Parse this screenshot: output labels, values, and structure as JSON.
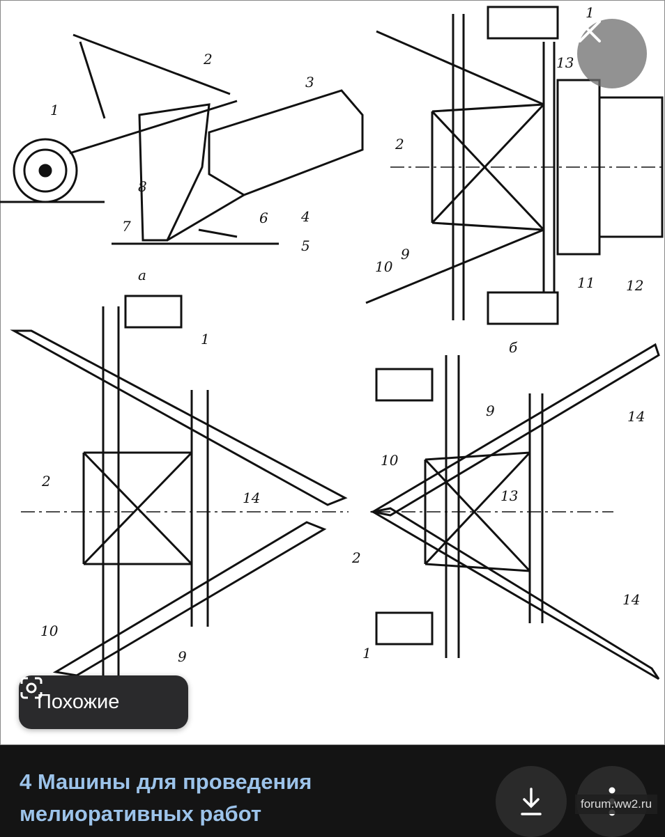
{
  "viewer": {
    "close_icon": "close-icon",
    "similar_label": "Похожие",
    "similar_icon": "camera-lens-icon",
    "title_line1": "4 Машины для проведения",
    "title_line2": "мелиоративных работ",
    "download_icon": "download-icon",
    "more_icon": "more-vertical-icon",
    "watermark": "forum.ww2.ru",
    "title_color": "#9cc3ea"
  },
  "drawing": {
    "labels_a": [
      "1",
      "2",
      "3",
      "4",
      "5",
      "6",
      "7",
      "8"
    ],
    "caption_a": "а",
    "labels_b": [
      "1",
      "13",
      "2",
      "9",
      "10",
      "11",
      "12"
    ],
    "caption_b": "б",
    "labels_c": [
      "1",
      "2",
      "14",
      "10",
      "9"
    ],
    "labels_d": [
      "9",
      "14",
      "10",
      "13",
      "2",
      "14",
      "1"
    ]
  }
}
